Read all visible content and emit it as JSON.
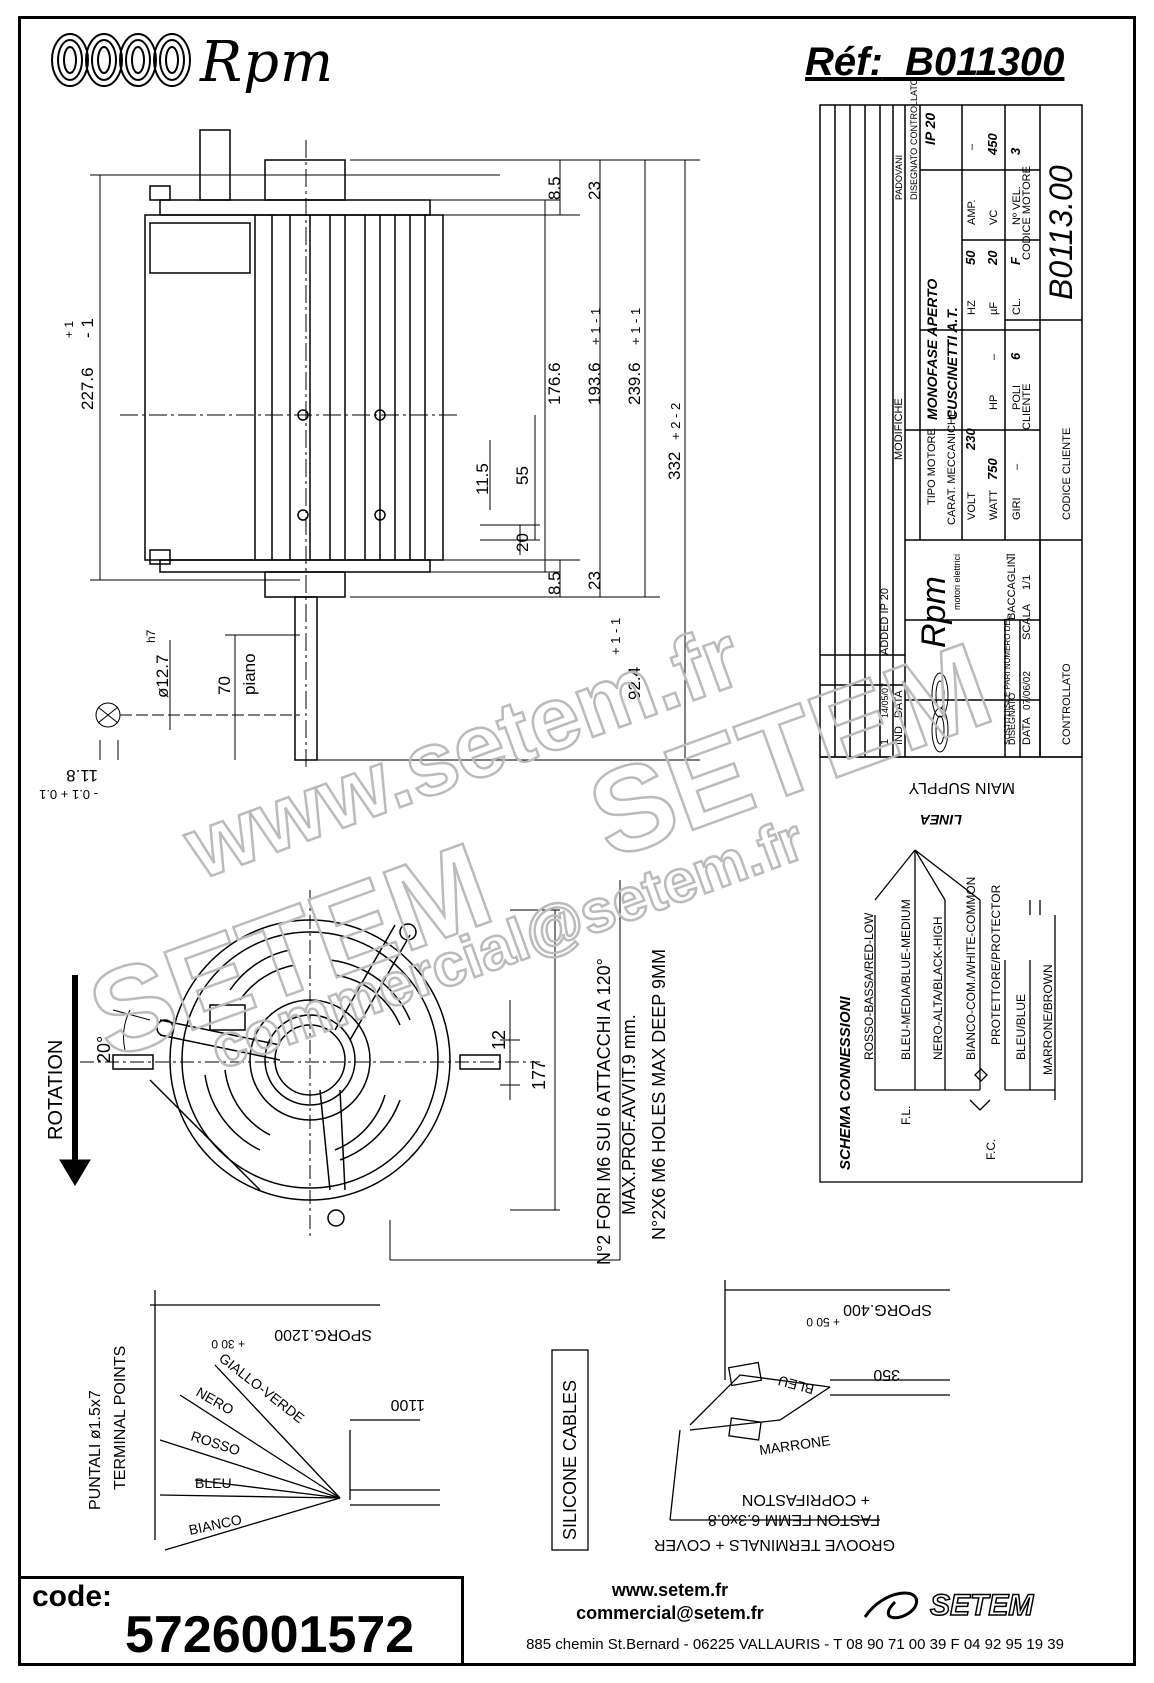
{
  "header": {
    "brand": "Rpm",
    "ref_label": "Réf:",
    "ref_value": "B011300"
  },
  "dimensions": {
    "d227": "227.6",
    "d227_tol_plus": "+ 1",
    "d227_tol_minus": "- 1",
    "d8_5_top": "8.5",
    "d23_top": "23",
    "d176": "176.6",
    "d193": "193.6",
    "d193_tol": "+ 1 - 1",
    "d239": "239.6",
    "d239_tol": "+ 1 - 1",
    "d332": "332",
    "d332_tol": "+ 2 - 2",
    "d11_5": "11.5",
    "d55": "55",
    "d20": "20",
    "d8_5_bot": "8.5",
    "d23_bot": "23",
    "d92": "92.4",
    "d92_tol": "+ 1 - 1",
    "d70": "70",
    "piano": "piano",
    "shaft_dia": "ø12.7",
    "shaft_fit": "h7",
    "d11_8": "11.8",
    "d11_8_tol": "- 0.1 + 0.1"
  },
  "title_block": {
    "rev_col_ind": "IND",
    "rev_col_data": "DATA",
    "rev_col_mod": "MODIFICHE",
    "rev_1_ind": "1",
    "rev_1_date": "14/05/07",
    "rev_1_text": "ADDED IP 20",
    "drawn_by_label": "DISEGNATO",
    "checked_label": "CONTROLLATO",
    "drawn_by": "PADOVANI",
    "ip": "IP 20",
    "tipo_motore_label": "TIPO MOTORE",
    "tipo_motore": "MONOFASE APERTO",
    "carat_label": "CARAT. MECCANICHE",
    "carat": "CUSCINETTI A.T.",
    "volt_label": "VOLT",
    "volt": "230",
    "hz_label": "HZ",
    "hz": "50",
    "amp_label": "AMP.",
    "amp": "–",
    "watt_label": "WATT",
    "watt": "750",
    "hp_label": "HP",
    "hp": "–",
    "uf_label": "µF",
    "uf": "20",
    "vc_label": "VC",
    "vc": "450",
    "giri_label": "GIRI",
    "giri": "–",
    "poli_label": "POLI",
    "poli": "6",
    "cl_label": "CL.",
    "cl": "F",
    "nvel_label": "Nº VEL.",
    "nvel": "3",
    "cliente_label": "CLIENTE",
    "codice_motore_label": "CODICE MOTORE",
    "codice_motore": "B0113.00",
    "codice_cliente_label": "CODICE CLIENTE",
    "company": "Rpm",
    "company_sub": "motori elettrici",
    "sostituisce_label": "SOSTITUISCE PARI NUMERO DEL",
    "sostituisce": "–",
    "data_label": "DATA",
    "data": "07/06/02",
    "scala_label": "SCALA",
    "scala": "1/1",
    "disegnato_label": "DISEGNATO",
    "disegnato": "BACCAGLINI",
    "controllato_label": "CONTROLLATO"
  },
  "wiring": {
    "title": "SCHEMA CONNESSIONI",
    "main_supply": "MAIN SUPPLY",
    "linea": "LINEA",
    "wires": [
      "ROSSO-BASSA/RED-LOW",
      "BLEU-MEDIA/BLUE-MEDIUM",
      "NERO-ALTA/BLACK-HIGH",
      "BIANCO-COM./WHITE-COMMON",
      "PROTETTORE/PROTECTOR",
      "BLEU/BLUE",
      "MARRONE/BROWN"
    ],
    "fl": "F.L.",
    "fc": "F.C."
  },
  "front_view": {
    "rotation": "ROTATION",
    "angle": "20°",
    "d12": "12",
    "d177": "177",
    "note_1": "N°2 FORI M6 SUI 6 ATTACCHI A 120°",
    "note_2": "MAX.PROF.AVVIT.9 mm.",
    "note_3": "N°2X6 M6 HOLES MAX DEEP 9MM"
  },
  "cables_left": {
    "sporg": "SPORG.1200",
    "sporg_tol": "+ 30 0",
    "d1100": "1100",
    "wires": [
      "GIALLO-VERDE",
      "NERO",
      "ROSSO",
      "BLEU",
      "BIANCO"
    ],
    "puntali": "PUNTALI ø1.5x7",
    "terminal_points": "TERMINAL POINTS",
    "silicone": "SILICONE CABLES"
  },
  "cables_right": {
    "sporg": "SPORG.400",
    "sporg_tol": "+ 50 0",
    "d350": "350",
    "bleu": "BLEU",
    "marrone": "MARRONE",
    "cover": "+ COPRIFASTON",
    "fastom": "FASTON FEMM 6.3x0.8",
    "groove": "GROOVE TERMINALS + COVER"
  },
  "footer": {
    "code_label": "code:",
    "code": "5726001572",
    "web": "www.setem.fr",
    "email": "commercial@setem.fr",
    "address": "885 chemin St.Bernard  -  06225 VALLAURIS  -  T 08 90 71 00 39  F 04 92 95 19 39",
    "setem_logo": "SETEM"
  },
  "watermark": {
    "web": "www.setem.fr",
    "name": "SETEM",
    "email": "commercial@setem.fr"
  }
}
